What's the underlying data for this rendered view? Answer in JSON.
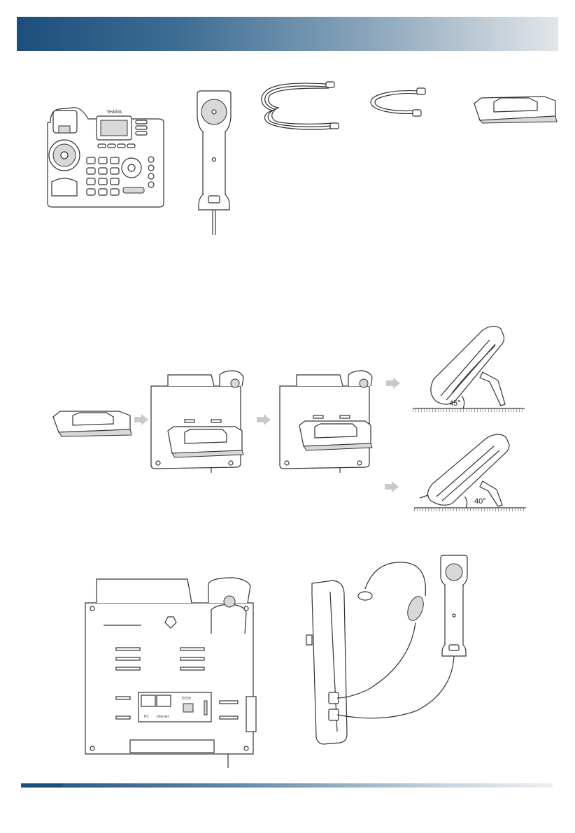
{
  "header": {
    "color": "#1d4f7d"
  },
  "phone": {
    "brand": "Yealink"
  },
  "ports": {
    "pc": "PC",
    "internet": "Internet",
    "dc": "DC5V"
  },
  "stand_angles": {
    "high": "45°",
    "low": "40°"
  },
  "icons": [
    "phone-unit-icon",
    "handset-icon",
    "coiled-cord-icon",
    "ethernet-cable-icon",
    "stand-icon",
    "arrow-icon",
    "headset-icon"
  ]
}
